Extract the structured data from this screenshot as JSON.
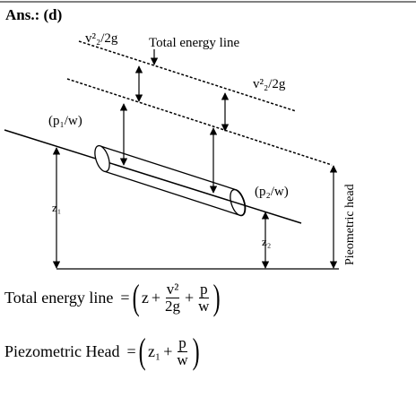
{
  "answer_label": "Ans.: (d)",
  "diagram": {
    "label_v2_left": "v²₂/2g",
    "label_v2_right": "v²₂/2g",
    "label_total_energy_line": "Total energy line",
    "label_p1w": "(p₁/w)",
    "label_p2w": "(p₂/w)",
    "label_z1": "z₁",
    "label_z2": "z₂",
    "label_piezometric_head": "Pieometric head"
  },
  "equations": {
    "total_energy_line": {
      "label": "Total energy line",
      "equals": "=",
      "z": "z",
      "plus": "+",
      "v2_num": "v²",
      "v2_den": "2g",
      "p_num": "p",
      "p_den": "w"
    },
    "piezometric_head": {
      "label": "Piezometric Head",
      "equals": "=",
      "z1": "z₁",
      "plus": "+",
      "p_num": "p",
      "p_den": "w"
    }
  }
}
